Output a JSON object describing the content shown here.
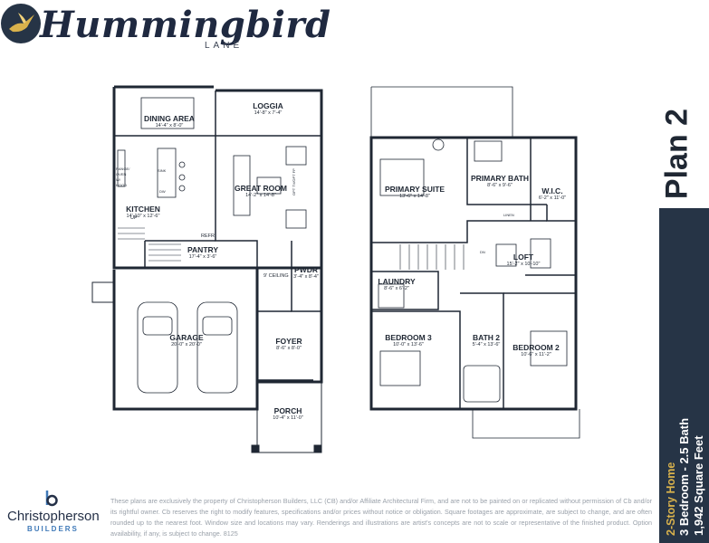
{
  "brand": {
    "community_name": "Hummingbird",
    "community_sub": "LANE",
    "builder_name": "Christopherson",
    "builder_sub": "BUILDERS",
    "accent": "#263446",
    "builder_accent": "#3f79b8"
  },
  "plan": {
    "title": "Plan 2",
    "type_line": "2-Story Home",
    "beds_line": "3 Bedroom - 2.5 Bath",
    "sqft_line": "1,942 Square Feet",
    "type_color": "#d9b24c"
  },
  "first_floor": {
    "rooms": [
      {
        "name": "DINING AREA",
        "size": "14'-4\" x 8'-0\""
      },
      {
        "name": "LOGGIA",
        "size": "14'-8\" x 7'-4\""
      },
      {
        "name": "GREAT ROOM",
        "size": "14'-2\" x 14'-8\""
      },
      {
        "name": "KITCHEN",
        "size": "14'-10\" x 12'-6\""
      },
      {
        "name": "PANTRY",
        "size": "17'-4\" x 3'-6\""
      },
      {
        "name": "PWDR",
        "size": "3'-4\" x 8'-4\""
      },
      {
        "name": "GARAGE",
        "size": "20'-0\" x 20'-0\""
      },
      {
        "name": "FOYER",
        "size": "8'-6\" x 8'-0\""
      },
      {
        "name": "PORCH",
        "size": "10'-4\" x 11'-0\""
      }
    ],
    "notes": {
      "ceiling": "9' CEILING",
      "up": "UP",
      "refr": "REFR",
      "range": "RANGE/ OVEN W/ HOOD",
      "dw": "DW",
      "sink": "SINK",
      "tv": "OPT TV/OPT FP"
    }
  },
  "second_floor": {
    "rooms": [
      {
        "name": "PRIMARY SUITE",
        "size": "13'-6\" x 14'-8\""
      },
      {
        "name": "PRIMARY BATH",
        "size": "8'-6\" x 9'-6\""
      },
      {
        "name": "W.I.C.",
        "size": "6'-2\" x 11'-0\""
      },
      {
        "name": "LOFT",
        "size": "15'-2\" x 10'-10\""
      },
      {
        "name": "LAUNDRY",
        "size": "8'-6\" x 6'-2\""
      },
      {
        "name": "BEDROOM 3",
        "size": "10'-0\" x 13'-6\""
      },
      {
        "name": "BATH 2",
        "size": "5'-4\" x 13'-6\""
      },
      {
        "name": "BEDROOM 2",
        "size": "10'-6\" x 11'-2\""
      }
    ],
    "notes": {
      "linen": "LINEN",
      "dn": "DN"
    }
  },
  "disclaimer": "These plans are exclusively the property of Christopherson Builders, LLC (CB) and/or Affiliate Architectural Firm, and are not to be painted on or replicated without permission of Cb and/or its rightful owner. Cb reserves the right to modify features, specifications and/or prices without notice or obligation. Square footages are approximate, are subject to change, and are often rounded up to the nearest foot. Window size and locations may vary. Renderings and illustrations are artist's concepts are not to scale or representative of the finished product. Option availability, if any, is subject to change. 8125"
}
